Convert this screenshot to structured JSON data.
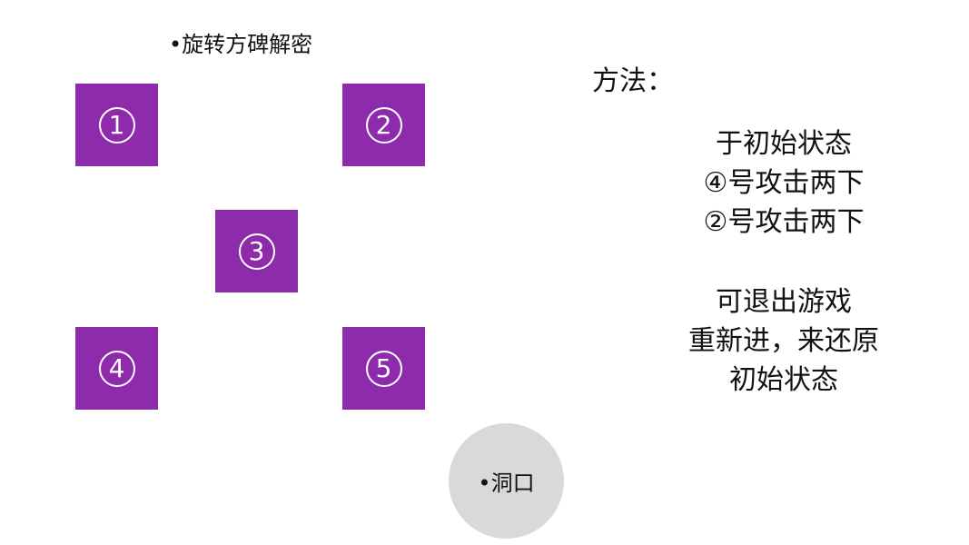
{
  "title": "•旋转方碑解密",
  "boxes": [
    {
      "label": "1"
    },
    {
      "label": "2"
    },
    {
      "label": "3"
    },
    {
      "label": "4"
    },
    {
      "label": "5"
    }
  ],
  "cave_label": "•洞口",
  "method": {
    "heading": "方法：",
    "steps": [
      "于初始状态",
      "④号攻击两下",
      "②号攻击两下"
    ],
    "reset": [
      "可退出游戏",
      "重新进，来还原",
      "初始状态"
    ]
  },
  "colors": {
    "box": "#8e2aac",
    "cave": "#d9d9d9"
  }
}
